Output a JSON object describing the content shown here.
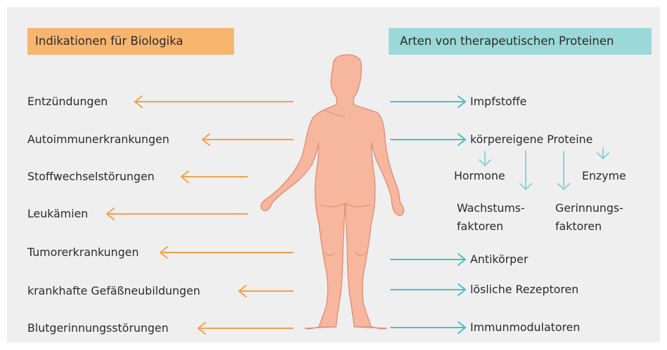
{
  "colors": {
    "background": "#efefef",
    "header_left": "#f8b56e",
    "header_right": "#9ad9d8",
    "arrow_orange": "#f5a04a",
    "arrow_teal": "#4cbfbf",
    "body_fill": "#f7b79f",
    "body_outline": "#e08a73"
  },
  "header_left": "Indikationen für Biologika",
  "header_right": "Arten von therapeutischen Proteinen",
  "indications": [
    "Entzündungen",
    "Autoimmunerkrankungen",
    "Stoffwechselstörungen",
    "Leukämien",
    "Tumorerkrankungen",
    "krankhafte Gefäßneubildungen",
    "Blutgerinnungsstörungen"
  ],
  "protein_types": [
    "Impfstoffe",
    "körpereigene Proteine",
    "Antikörper",
    "lösliche Rezeptoren",
    "Immunmodulatoren"
  ],
  "endogenous_subtypes": [
    "Hormone",
    "Enzyme",
    "Wachstums-",
    "faktoren",
    "Gerinnungs-",
    "faktoren"
  ],
  "icons": {
    "figure": "human-figure-icon",
    "arrow_left": "arrow-left-icon",
    "arrow_right": "arrow-right-icon",
    "arrow_down": "arrow-down-icon"
  }
}
